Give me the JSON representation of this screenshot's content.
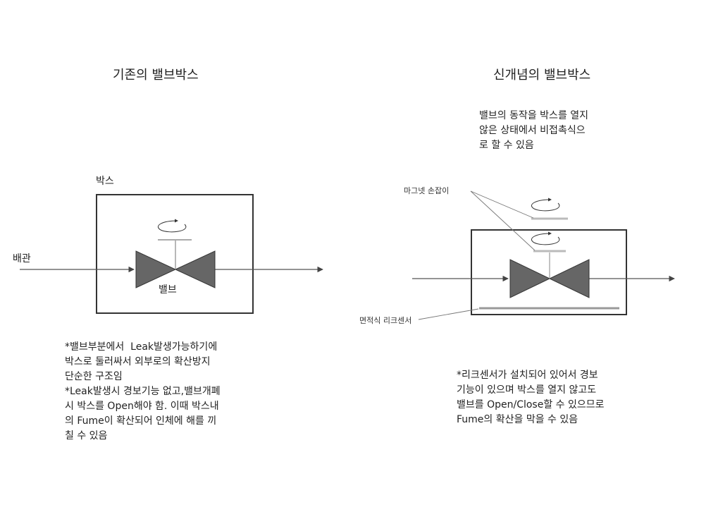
{
  "left": {
    "title": "기존의 밸브박스",
    "box_label": "박스",
    "pipe_label": "배관",
    "valve_label": "밸브",
    "notes": "*밸브부분에서  Leak발생가능하기에\n박스로 둘러싸서 외부로의 확산방지\n단순한 구조임\n*Leak발생시 경보기능 없고,밸브개폐\n시 박스를 Open해야 함. 이때 박스내\n의 Fume이 확산되어 인체에 해를 끼\n칠 수 있음"
  },
  "right": {
    "title": "신개념의 밸브박스",
    "description": "밸브의 동작을 박스를 열지\n않은 상태에서 비접촉식으\n로 할 수 있음",
    "magnet_handle_label": "마그넷 손잡이",
    "leak_sensor_label": "면적식 리크센서",
    "notes": "*리크센서가 설치되어 있어서 경보\n기능이 있으며 박스를 열지 않고도\n밸브를 Open/Close할 수 있으므로\nFume의 확산을 막을 수 있음"
  },
  "colors": {
    "valve_fill": "#666666",
    "line": "#333333",
    "handle_bar": "#bbbbbb"
  }
}
